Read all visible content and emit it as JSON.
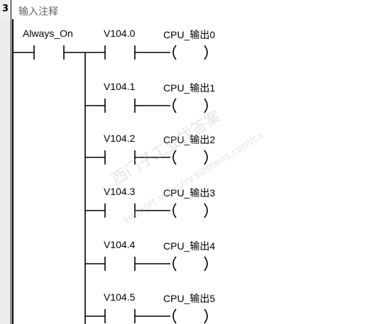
{
  "network": {
    "number": "3",
    "comment": "输入注释"
  },
  "contacts": {
    "always_on": "Always_On"
  },
  "rungs": [
    {
      "contact": "V104.0",
      "coil": "CPU_输出0"
    },
    {
      "contact": "V104.1",
      "coil": "CPU_输出1"
    },
    {
      "contact": "V104.2",
      "coil": "CPU_输出2"
    },
    {
      "contact": "V104.3",
      "coil": "CPU_输出3"
    },
    {
      "contact": "V104.4",
      "coil": "CPU_输出4"
    },
    {
      "contact": "V104.5",
      "coil": "CPU_输出5"
    }
  ],
  "watermark": {
    "line1": "西门子工业找答案",
    "line2": "support.industry.siemens.com/cs"
  }
}
